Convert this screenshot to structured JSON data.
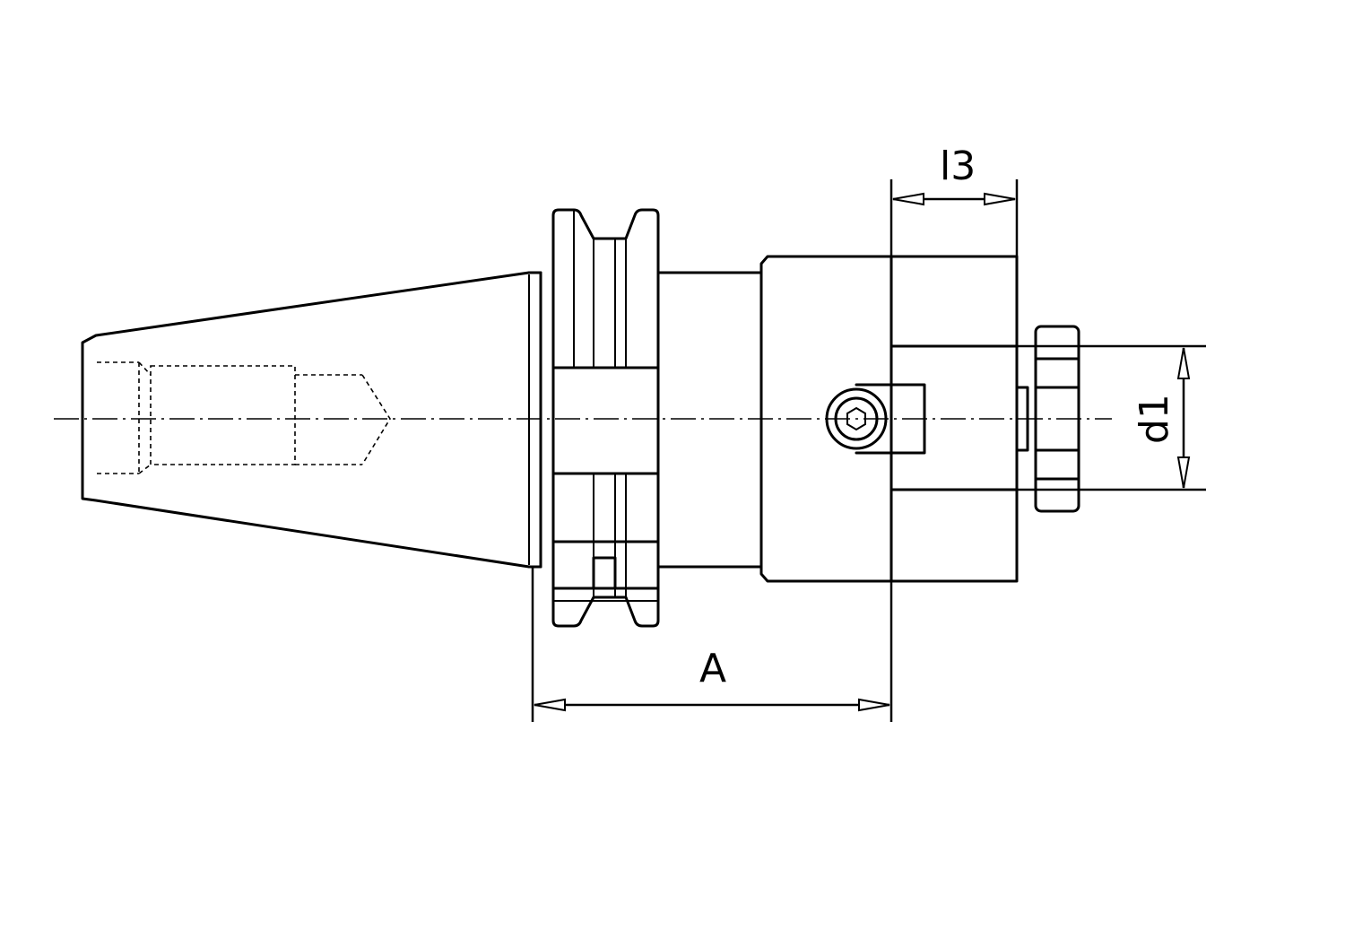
{
  "labels": {
    "l3": "l3",
    "d1": "d1",
    "A": "A"
  },
  "colors": {
    "line": "#000000",
    "background": "#ffffff"
  }
}
